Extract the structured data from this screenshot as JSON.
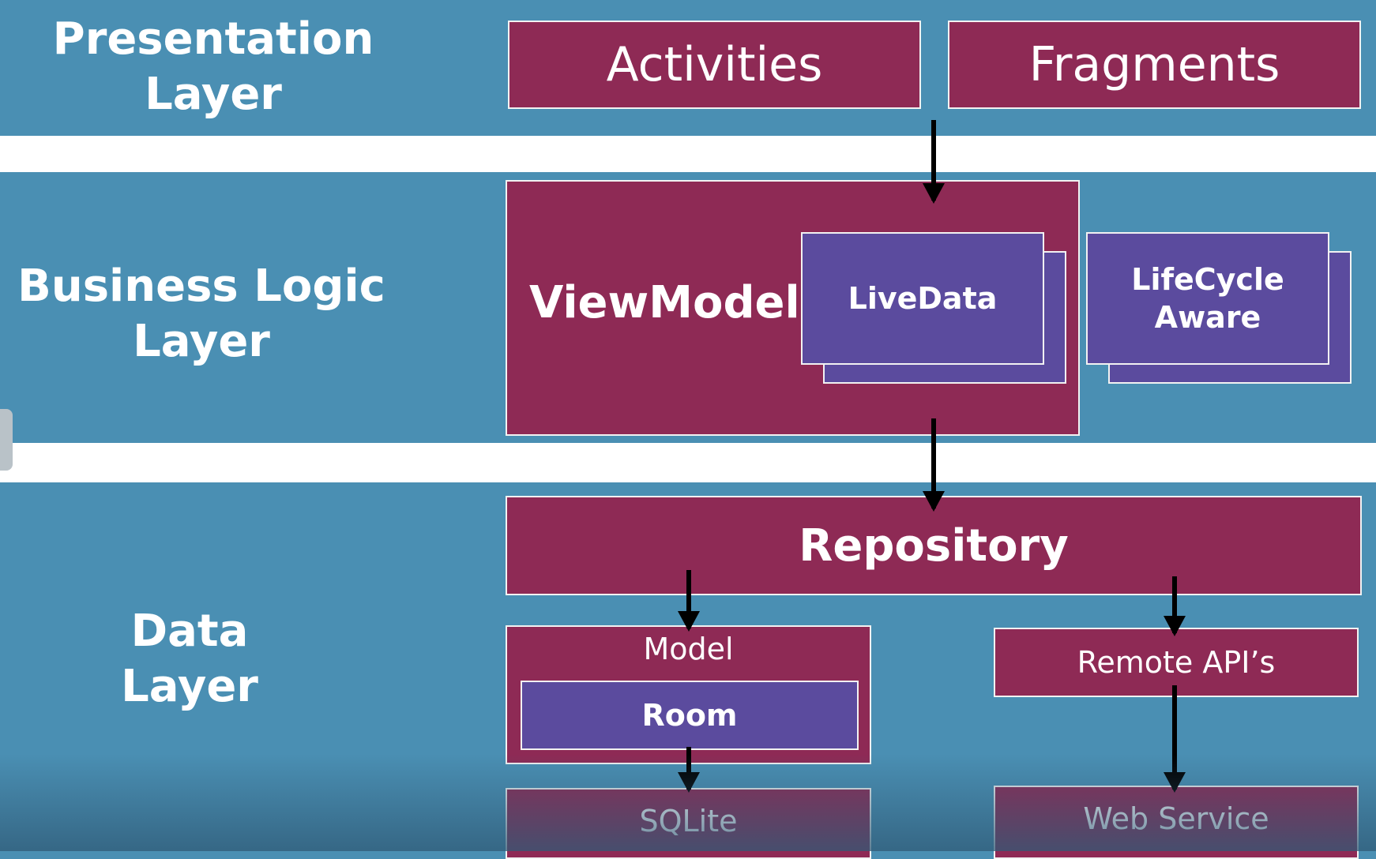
{
  "layers": {
    "presentation": "Presentation\nLayer",
    "business": "Business Logic\nLayer",
    "data": "Data\nLayer"
  },
  "presentation": {
    "activities": "Activities",
    "fragments": "Fragments"
  },
  "business": {
    "viewmodel": "ViewModel",
    "livedata": "LiveData",
    "lifecycle": "LifeCycle\nAware"
  },
  "data": {
    "repository": "Repository",
    "model": "Model",
    "room": "Room",
    "remote": "Remote API’s",
    "sqlite": "SQLite",
    "webservice": "Web Service"
  },
  "colors": {
    "background": "#4a8fb3",
    "magenta_box": "#8e2a55",
    "purple_box": "#5b4b9e",
    "separator": "#ffffff",
    "arrow": "#000000"
  }
}
